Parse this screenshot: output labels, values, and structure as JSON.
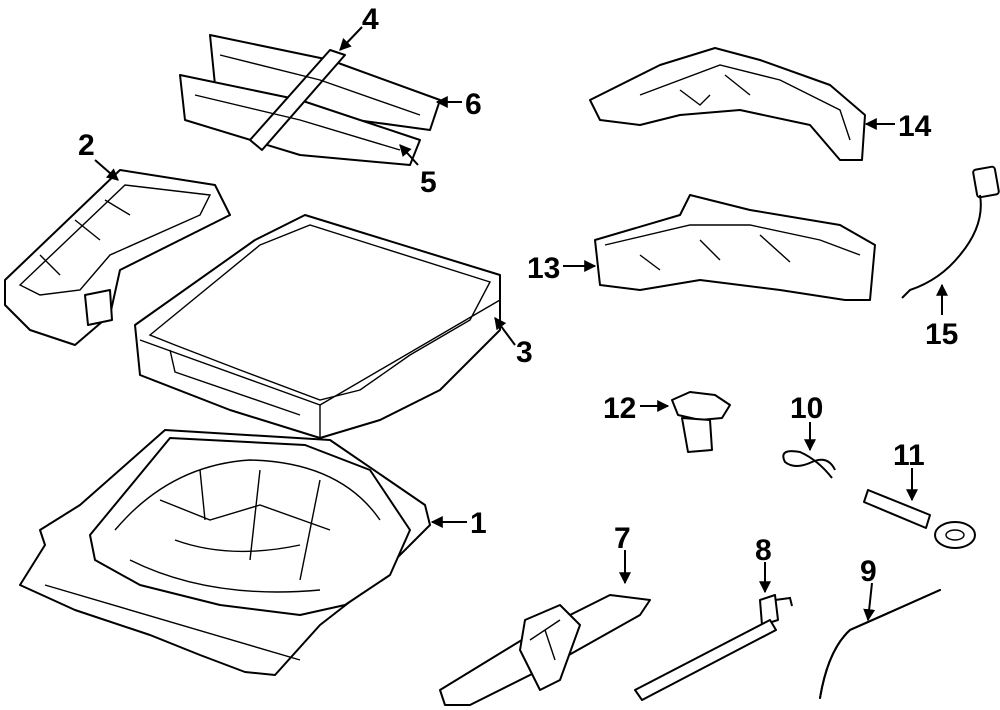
{
  "diagram": {
    "background": "#ffffff",
    "line_color": "#000000",
    "callouts": [
      {
        "id": "c1",
        "label": "1"
      },
      {
        "id": "c2",
        "label": "2"
      },
      {
        "id": "c3",
        "label": "3"
      },
      {
        "id": "c4",
        "label": "4"
      },
      {
        "id": "c5",
        "label": "5"
      },
      {
        "id": "c6",
        "label": "6"
      },
      {
        "id": "c7",
        "label": "7"
      },
      {
        "id": "c8",
        "label": "8"
      },
      {
        "id": "c9",
        "label": "9"
      },
      {
        "id": "c10",
        "label": "10"
      },
      {
        "id": "c11",
        "label": "11"
      },
      {
        "id": "c12",
        "label": "12"
      },
      {
        "id": "c13",
        "label": "13"
      },
      {
        "id": "c14",
        "label": "14"
      },
      {
        "id": "c15",
        "label": "15"
      }
    ]
  }
}
